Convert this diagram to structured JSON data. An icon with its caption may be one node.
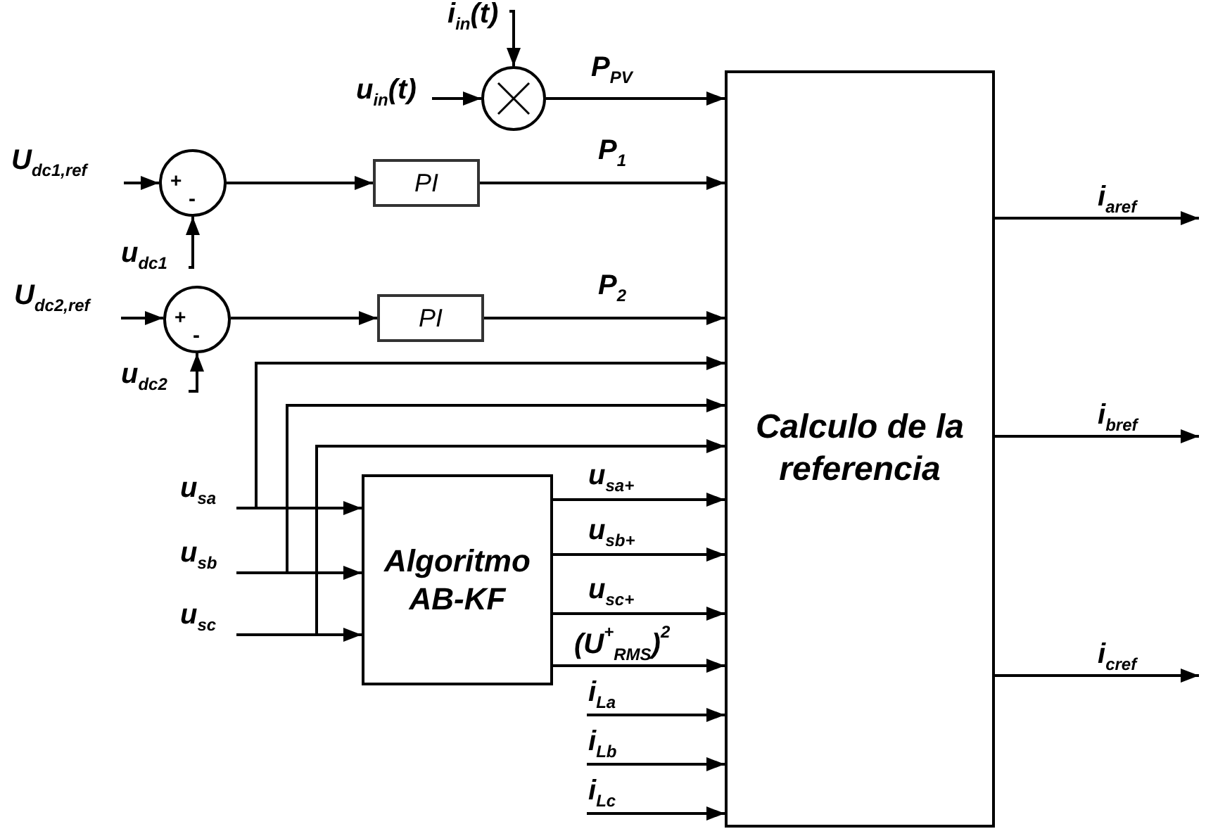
{
  "diagram": {
    "nodes": [
      {
        "text": [
          "i$_{in}$(t)"
        ]
      },
      {
        "text": [
          "u$_{in}$(t)"
        ]
      },
      {
        "text": [],
        "shape": "circle"
      },
      {
        "text": [
          "U$_{dc1,ref}$"
        ]
      },
      {
        "text": [
          "+",
          "-"
        ]
      },
      {
        "text": [
          "PI"
        ]
      },
      {
        "text": [
          "u$_{dc1}$"
        ]
      },
      {
        "text": [
          "U$_{dc2,ref}$"
        ]
      },
      {
        "text": [
          "+",
          "-"
        ]
      },
      {
        "text": [
          "PI"
        ]
      },
      {
        "text": [
          "u$_{dc2}$"
        ]
      },
      {
        "text": [
          "u$_{sa}$"
        ]
      },
      {
        "text": [
          "u$_{sb}$"
        ]
      },
      {
        "text": [
          "u$_{sc}$"
        ]
      },
      {
        "text": [
          "Algoritmo AB-KF"
        ]
      },
      {
        "text": [
          "Calculo de la referencia"
        ]
      }
    ],
    "edges": [
      {
        "from": 0,
        "to": 2,
        "arrow": "to"
      },
      {
        "from": 1,
        "to": 2,
        "arrow": "to"
      },
      {
        "from": 2,
        "to": 15,
        "arrow": "to",
        "label": "P$_{PV}$"
      },
      {
        "from": 3,
        "to": 4,
        "arrow": "to"
      },
      {
        "from": 6,
        "to": 4,
        "arrow": "to"
      },
      {
        "from": 4,
        "to": 5,
        "arrow": "to"
      },
      {
        "from": 5,
        "to": 15,
        "arrow": "to",
        "label": "P$_{1}$"
      },
      {
        "from": 7,
        "to": 8,
        "arrow": "to"
      },
      {
        "from": 10,
        "to": 8,
        "arrow": "to"
      },
      {
        "from": 8,
        "to": 9,
        "arrow": "to"
      },
      {
        "from": 9,
        "to": 15,
        "arrow": "to",
        "label": "P$_{2}$"
      },
      {
        "from": 11,
        "to": 15,
        "arrow": "to"
      },
      {
        "from": 12,
        "to": 15,
        "arrow": "to"
      },
      {
        "from": 13,
        "to": 15,
        "arrow": "to"
      },
      {
        "from": 11,
        "to": 14,
        "arrow": "to"
      },
      {
        "from": 12,
        "to": 14,
        "arrow": "to"
      },
      {
        "from": 13,
        "to": 14,
        "arrow": "to"
      },
      {
        "from": 14,
        "to": 15,
        "arrow": "to",
        "label": "u$_{sa+}$"
      },
      {
        "from": 14,
        "to": 15,
        "arrow": "to",
        "label": "u$_{sb+}$"
      },
      {
        "from": 14,
        "to": 15,
        "arrow": "to",
        "label": "u$_{sc+}$"
      },
      {
        "from": 14,
        "to": 15,
        "arrow": "to",
        "label": "(U$^{+}$$_{RMS}$)$^{2}$"
      },
      {
        "from": null,
        "to": 15,
        "arrow": "to",
        "label": "i$_{La}$"
      },
      {
        "from": null,
        "to": 15,
        "arrow": "to",
        "label": "i$_{Lb}$"
      },
      {
        "from": null,
        "to": 15,
        "arrow": "to",
        "label": "i$_{Lc}$"
      },
      {
        "from": 15,
        "to": null,
        "arrow": "to",
        "label": "i$_{aref}$"
      },
      {
        "from": 15,
        "to": null,
        "arrow": "to",
        "label": "i$_{bref}$"
      },
      {
        "from": 15,
        "to": null,
        "arrow": "to",
        "label": "i$_{cref}$"
      }
    ]
  }
}
